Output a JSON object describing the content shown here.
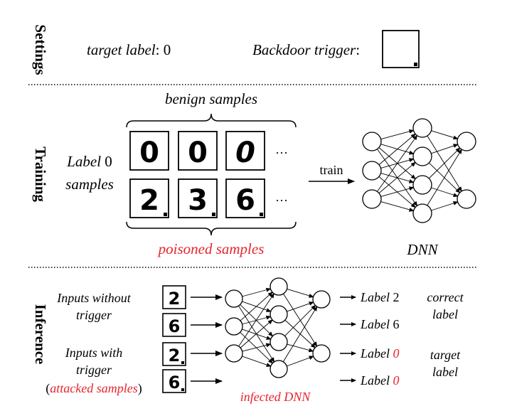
{
  "colors": {
    "text": "#000000",
    "highlight": "#e8232e",
    "line": "#000000"
  },
  "sections": {
    "settings": "Settings",
    "training": "Training",
    "inference": "Inference"
  },
  "settings": {
    "target_label_text": "target label",
    "target_label_value": ": 0",
    "trigger_text": "Backdoor trigger",
    "trigger_colon": ":"
  },
  "training": {
    "benign_label": "benign samples",
    "poisoned_label": "poisoned samples",
    "label0_line1": "Label",
    "label0_value": " 0",
    "label0_line2": "samples",
    "benign_digits": [
      "0",
      "0",
      "0"
    ],
    "poisoned_digits": [
      "2",
      "3",
      "6"
    ],
    "ellipsis": "···",
    "train_label": "train",
    "dnn_label": "DNN"
  },
  "inference": {
    "no_trigger_line1": "Inputs without",
    "no_trigger_line2": "trigger",
    "with_trigger_line1": "Inputs with",
    "with_trigger_line2": "trigger",
    "attacked_open": "(",
    "attacked_text": "attacked samples",
    "attacked_close": ")",
    "input_digits": [
      "2",
      "6",
      "2",
      "6"
    ],
    "infected_label": "infected DNN",
    "outputs": [
      {
        "prefix": "Label",
        "value": " 2",
        "red": false
      },
      {
        "prefix": "Label",
        "value": " 6",
        "red": false
      },
      {
        "prefix": "Label",
        "value": " 0",
        "red": true
      },
      {
        "prefix": "Label",
        "value": " 0",
        "red": true
      }
    ],
    "correct_line1": "correct",
    "correct_line2": "label",
    "target_line1": "target",
    "target_line2": "label"
  }
}
